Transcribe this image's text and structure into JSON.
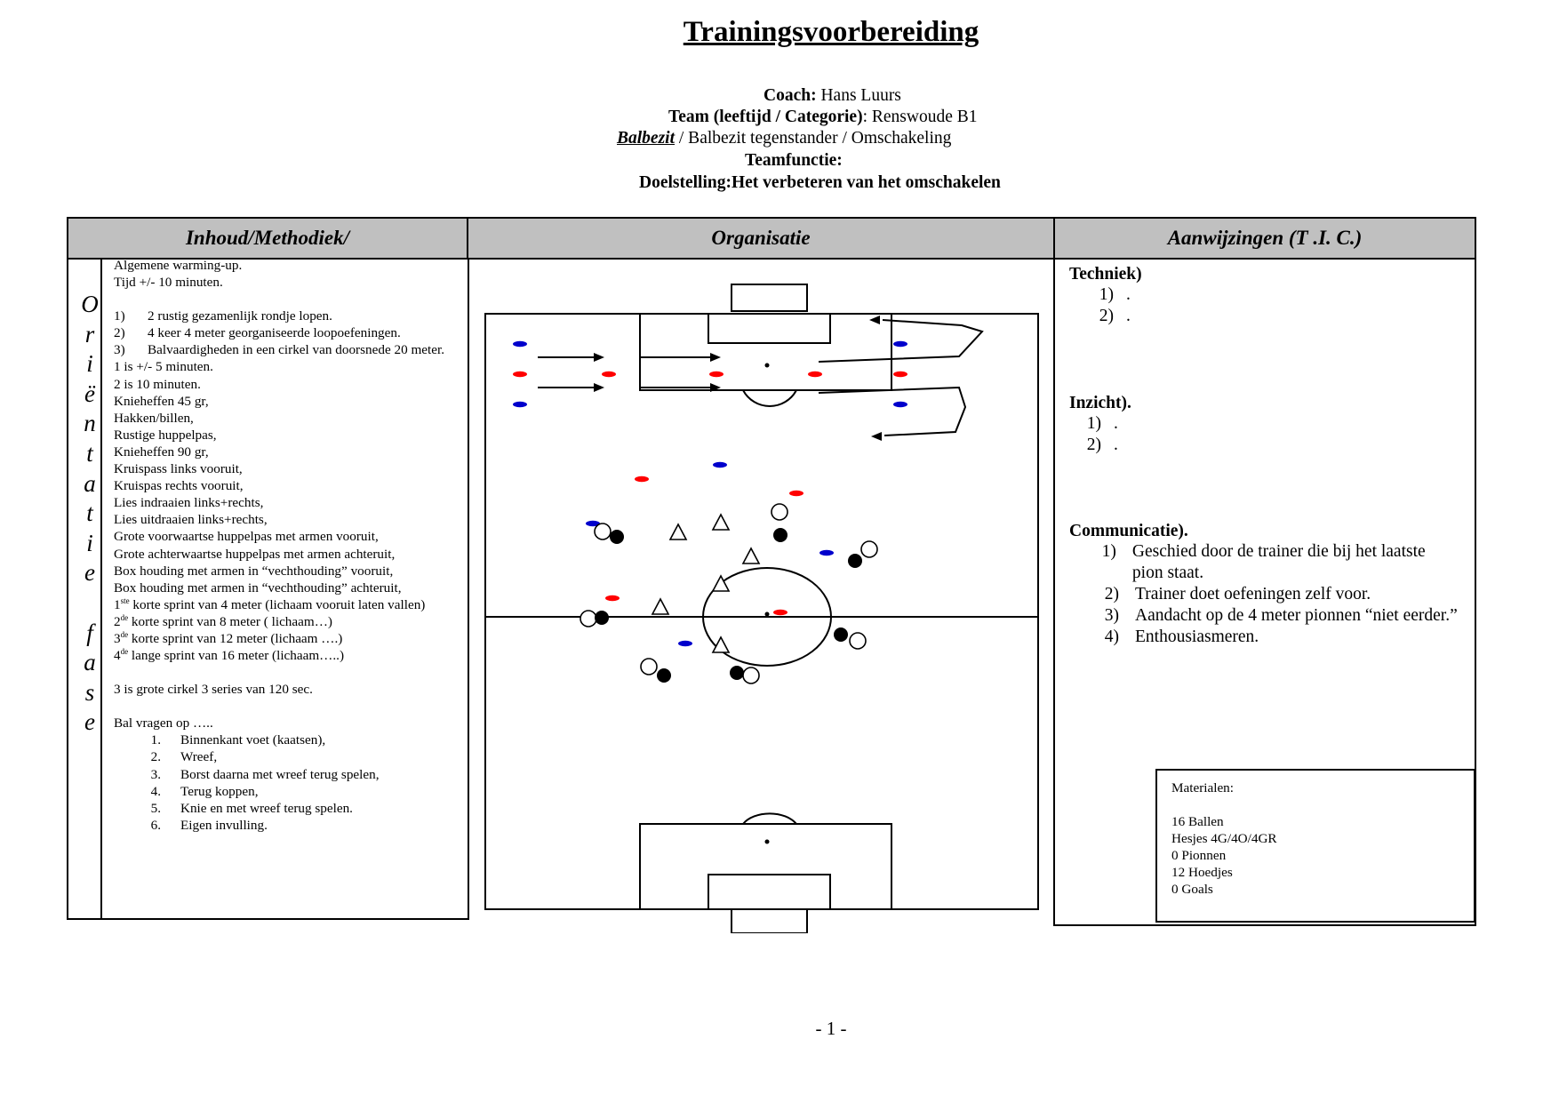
{
  "title": "Trainingsvoorbereiding",
  "meta": {
    "coach_label": "Coach:",
    "coach_value": "Hans Luurs",
    "team_label": "Team (leeftijd / Categorie)",
    "team_value": ": Renswoude B1",
    "phase_active": "Balbezit",
    "phase_rest": " / Balbezit tegenstander / Omschakeling",
    "teamfunctie_label": "Teamfunctie:",
    "doelstelling": "Doelstelling:Het verbeteren van het omschakelen"
  },
  "headers": {
    "inhoud": "Inhoud/Methodiek/",
    "organisatie": "Organisatie",
    "aanwijzingen": "Aanwijzingen (T .I. C.)"
  },
  "vertical_label": "O\nr\ni\në\nn\nt\na\nt\ni\ne\n \nf\na\ns\ne",
  "inhoud": {
    "intro": [
      "Algemene warming-up.",
      "Tijd +/- 10 minuten."
    ],
    "steps": [
      {
        "n": "1)",
        "t": "2 rustig gezamenlijk rondje lopen."
      },
      {
        "n": "2)",
        "t": "4 keer 4 meter georganiseerde loopoefeningen."
      },
      {
        "n": "3)",
        "t": "Balvaardigheden in een cirkel van doorsnede 20 meter."
      }
    ],
    "lines": [
      "1 is +/- 5 minuten.",
      "2 is 10 minuten.",
      "Knieheffen 45 gr,",
      "Hakken/billen,",
      "Rustige huppelpas,",
      "Knieheffen 90 gr,",
      "Kruispass links vooruit,",
      "Kruispas rechts vooruit,",
      "Lies indraaien links+rechts,",
      "Lies uitdraaien links+rechts,",
      "Grote voorwaartse huppelpas met armen vooruit,",
      "Grote achterwaartse huppelpas met armen achteruit,",
      "Box houding met armen in “vechthouding” vooruit,",
      "Box houding met armen in “vechthouding” achteruit,"
    ],
    "sprints": [
      {
        "num": "1",
        "sup": "ste",
        "t": " korte sprint van 4 meter (lichaam vooruit laten vallen)"
      },
      {
        "num": "2",
        "sup": "de",
        "t": " korte sprint van 8 meter ( lichaam…)"
      },
      {
        "num": "3",
        "sup": "de",
        "t": " korte sprint van 12 meter (lichaam ….)"
      },
      {
        "num": "4",
        "sup": "de",
        "t": " lange sprint van 16 meter (lichaam…..)"
      }
    ],
    "cirkel": "3 is grote cirkel 3 series van 120 sec.",
    "bal_intro": "Bal vragen op …..",
    "bal_items": [
      {
        "n": "1.",
        "t": "Binnenkant voet (kaatsen),"
      },
      {
        "n": "2.",
        "t": "Wreef,"
      },
      {
        "n": "3.",
        "t": "Borst daarna met wreef terug spelen,"
      },
      {
        "n": "4.",
        "t": "Terug koppen,"
      },
      {
        "n": "5.",
        "t": "Knie en met wreef terug spelen."
      },
      {
        "n": "6.",
        "t": "Eigen invulling."
      }
    ]
  },
  "aanwijzingen": {
    "techniek": {
      "label": "Techniek)",
      "items": [
        {
          "n": "1)",
          "t": "."
        },
        {
          "n": "2)",
          "t": "."
        }
      ]
    },
    "inzicht": {
      "label": "Inzicht).",
      "items": [
        {
          "n": "1)",
          "t": "."
        },
        {
          "n": "2)",
          "t": "."
        }
      ]
    },
    "communicatie": {
      "label": "Communicatie).",
      "items": [
        {
          "n": "1)",
          "t": "Geschied door de trainer die bij het laatste pion staat."
        },
        {
          "n": "2)",
          "t": "Trainer doet oefeningen zelf voor."
        },
        {
          "n": "3)",
          "t": "Aandacht op de 4 meter pionnen “niet eerder.”"
        },
        {
          "n": "4)",
          "t": "Enthousiasmeren."
        }
      ]
    }
  },
  "materialen": {
    "label": "Materialen:",
    "items": [
      "16 Ballen",
      "Hesjes 4G/4O/4GR",
      "0 Pionnen",
      "12 Hoedjes",
      "0 Goals"
    ]
  },
  "diagram_colors": {
    "cone_red": "#ff0000",
    "cone_blue": "#0000cc",
    "line": "#000000"
  },
  "page_number": "- 1 -"
}
